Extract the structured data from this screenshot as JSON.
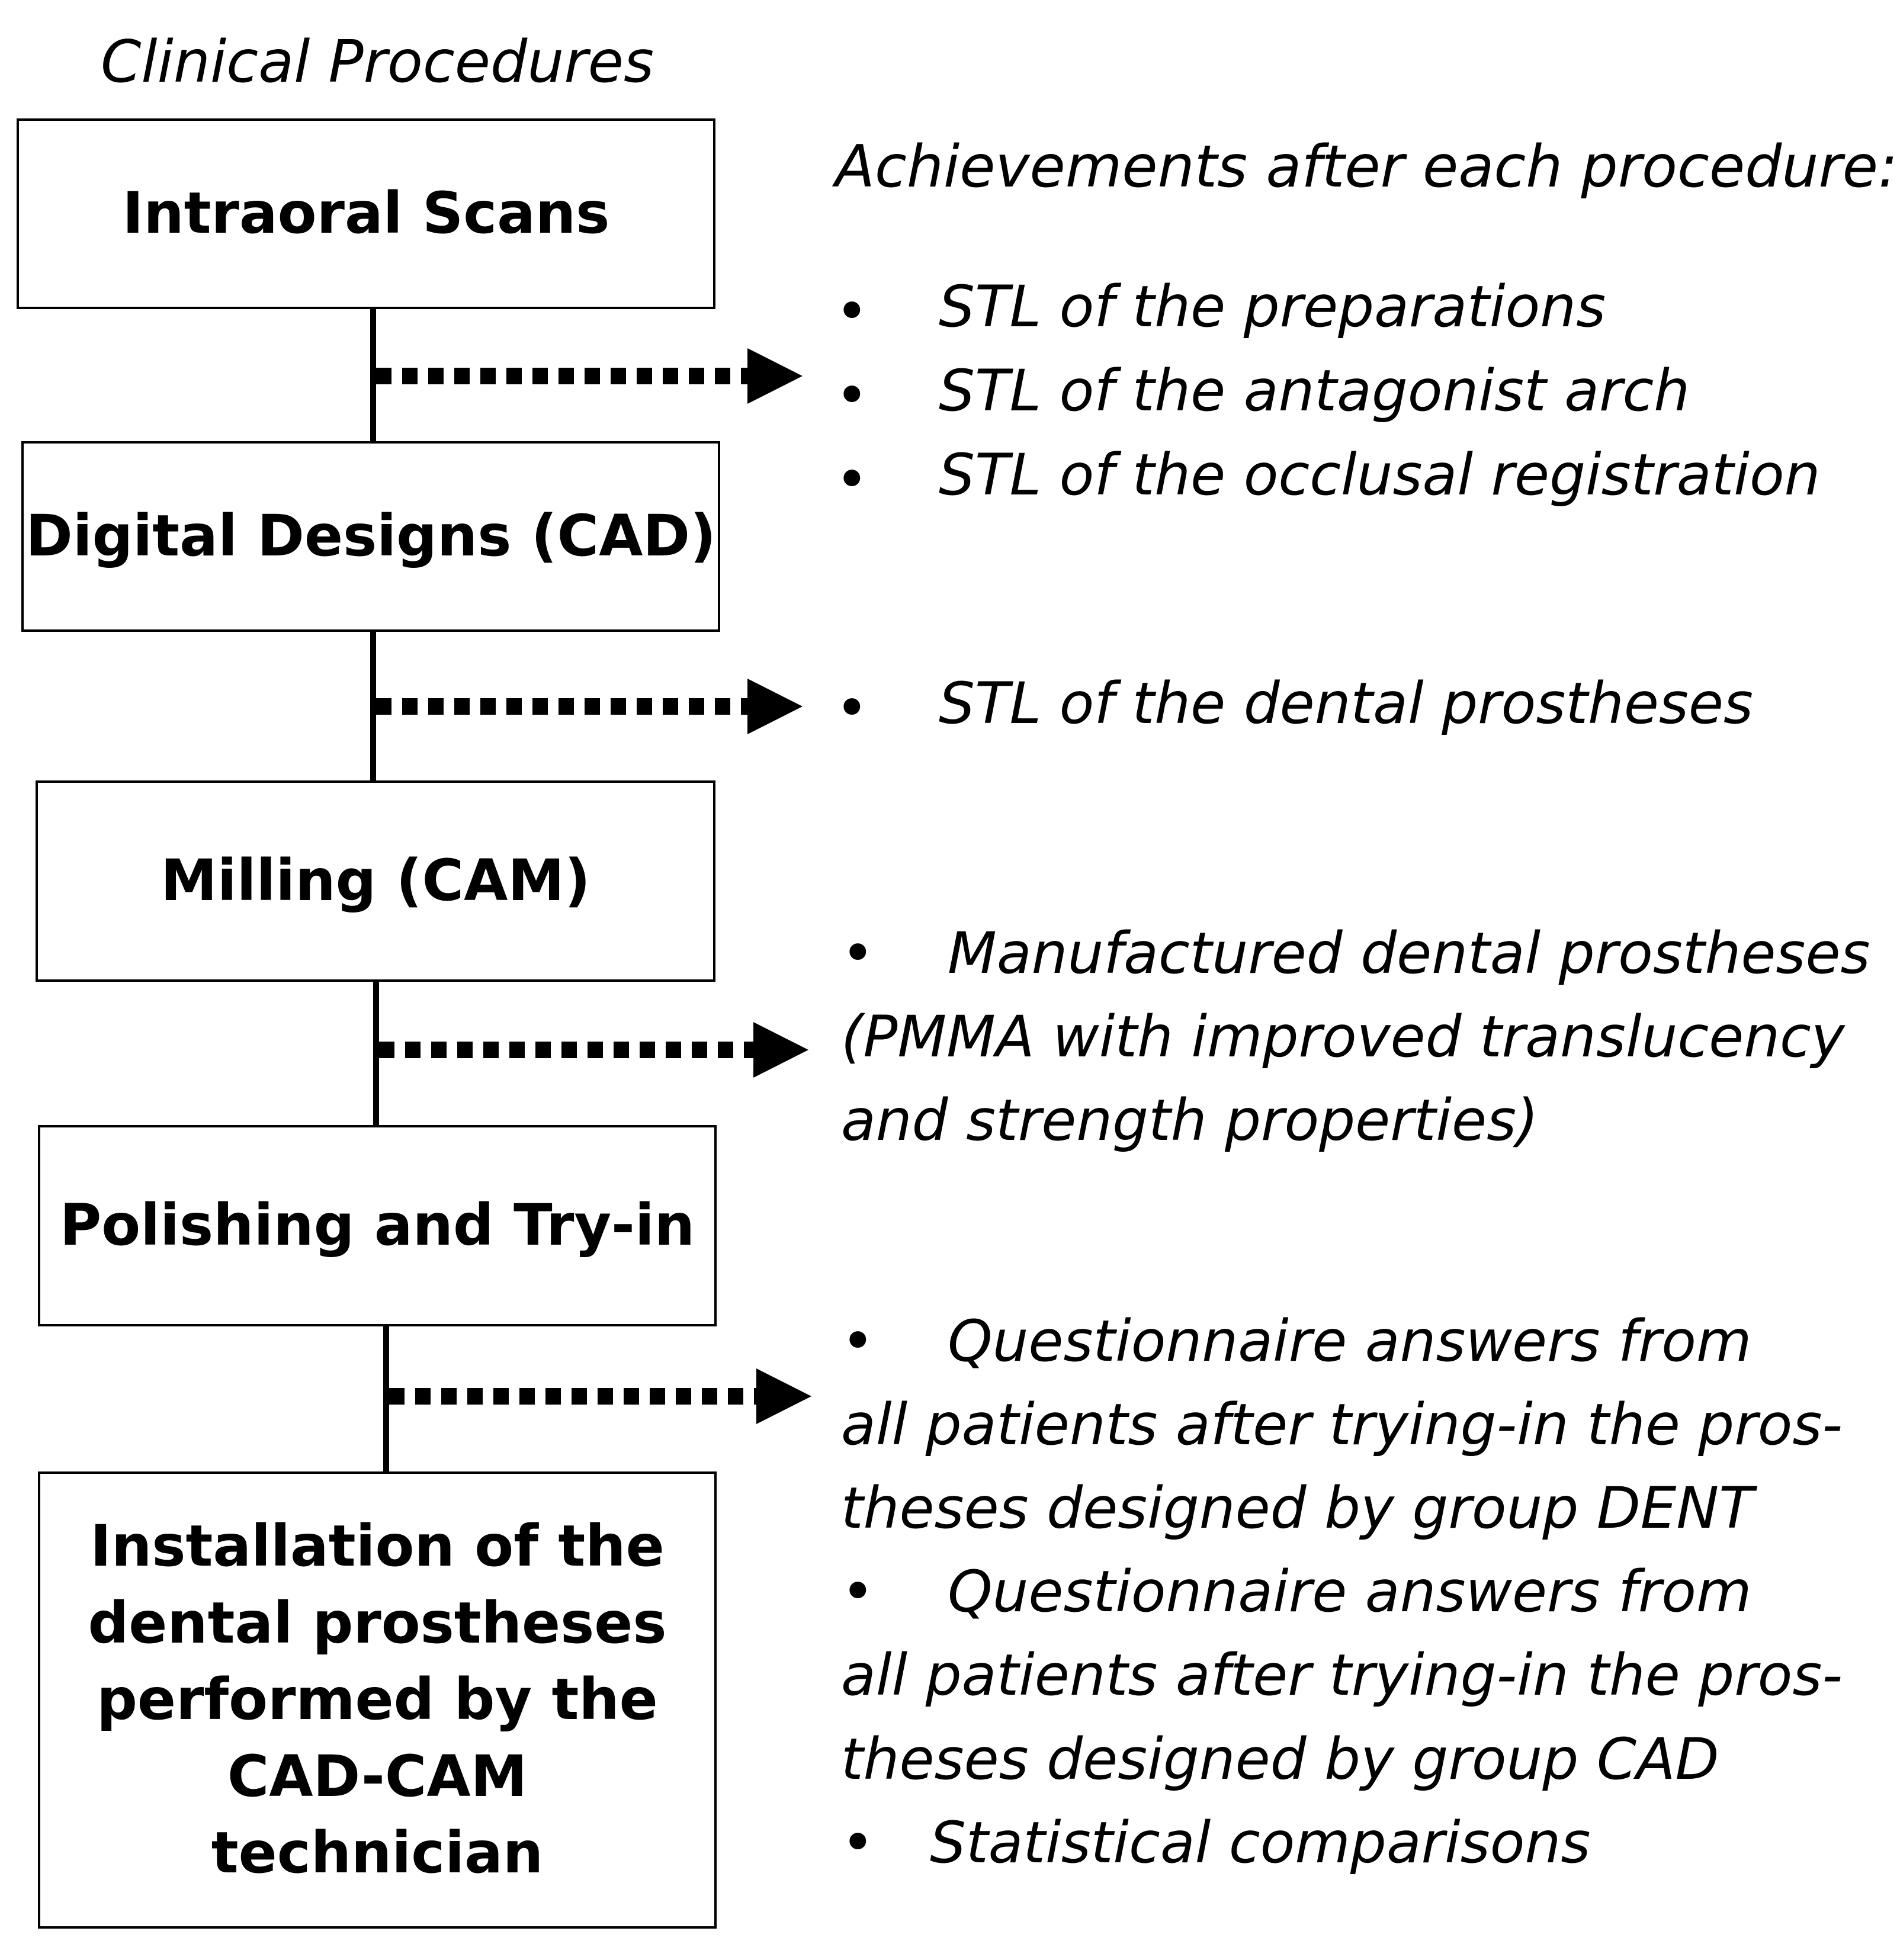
{
  "left_column": {
    "title": "Clinical Procedures",
    "steps": [
      "Intraoral Scans",
      "Digital Designs (CAD)",
      "Milling (CAM)",
      "Polishing and Try-in",
      "Installation of the dental prostheses performed by the CAD-CAM technician"
    ]
  },
  "right_column": {
    "title": "Achievements after each procedure:",
    "group1": [
      "STL of the preparations",
      "STL of the antagonist arch",
      "STL of the occlusal registration"
    ],
    "group2": [
      "STL of the dental prostheses"
    ],
    "group3": {
      "line1": "Manufactured dental prostheses",
      "line2": "(PMMA with improved translucency",
      "line3": "and strength properties)"
    },
    "group4": {
      "q1_line1": "Questionnaire answers from",
      "q1_line2": "all patients after trying-in the pros-",
      "q1_line3": "theses designed by group DENT",
      "q2_line1": "Questionnaire answers from",
      "q2_line2": "all patients after trying-in the pros-",
      "q2_line3": "theses designed by group CAD",
      "stats": "Statistical comparisons"
    },
    "bullet": "•"
  }
}
